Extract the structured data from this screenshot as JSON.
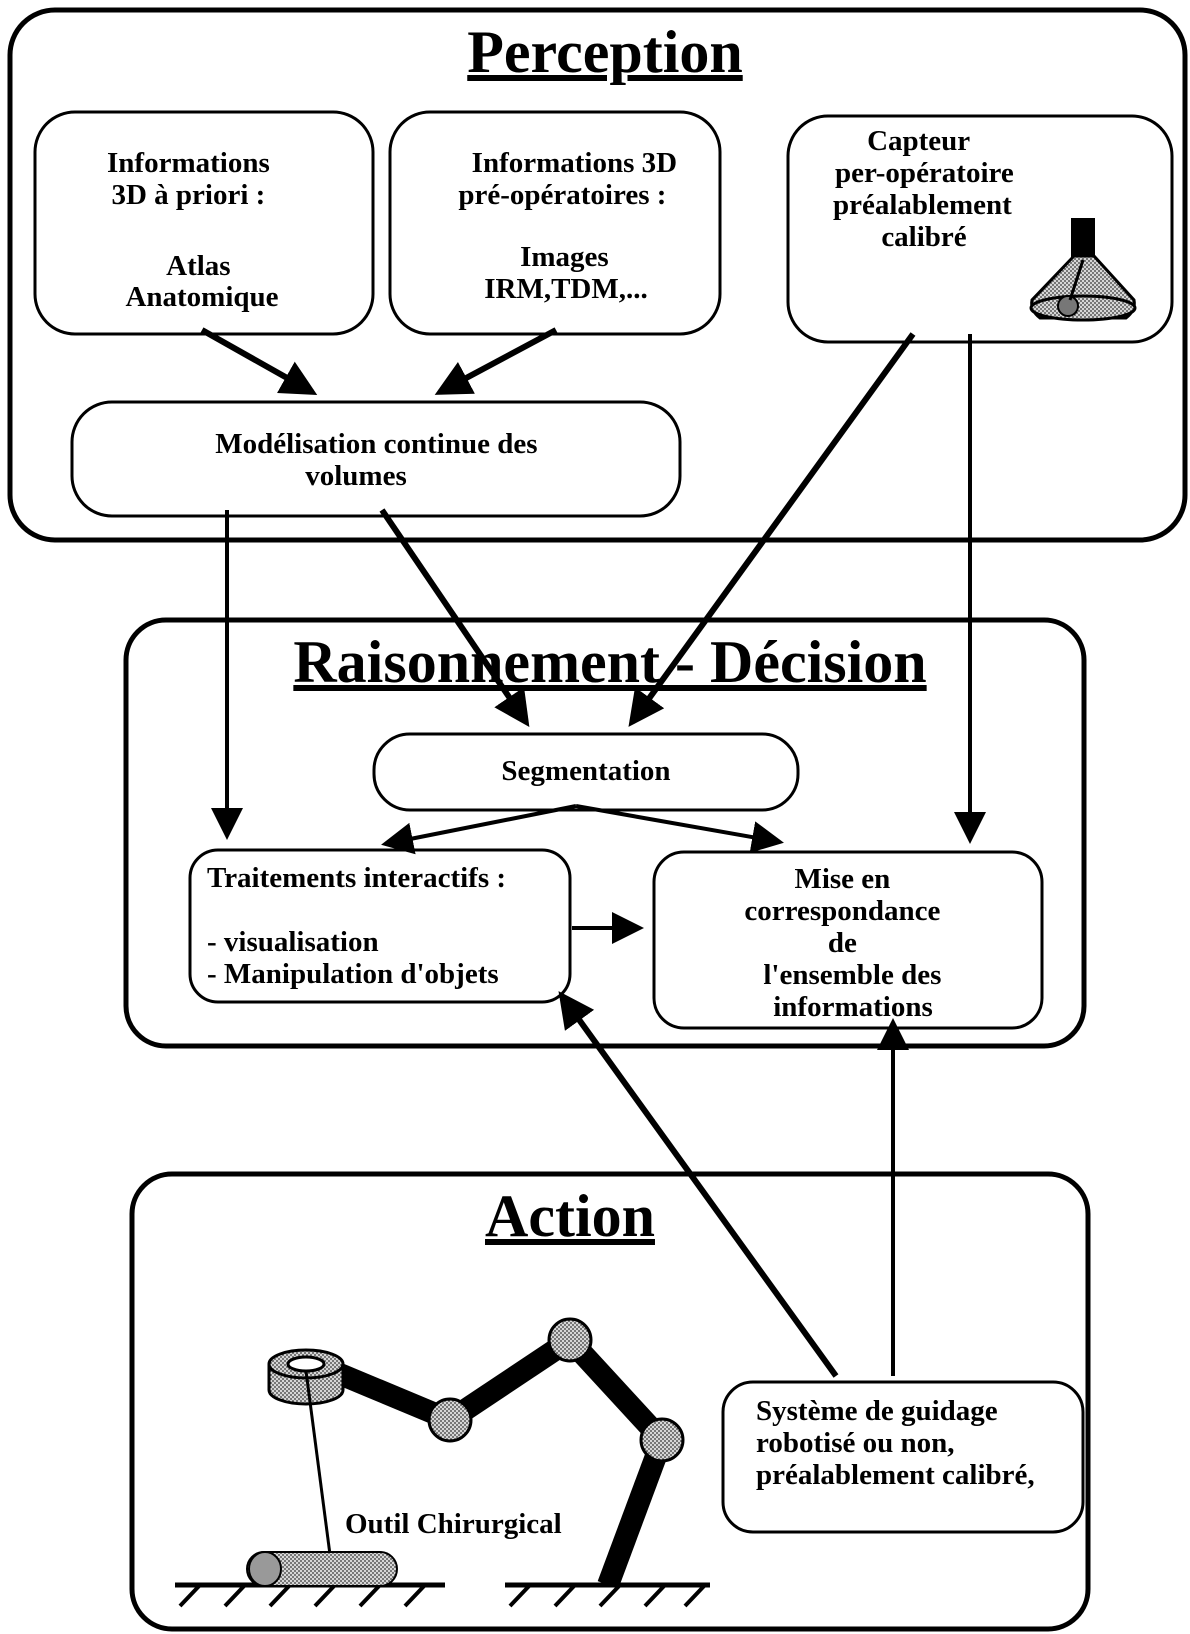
{
  "titles": {
    "perception": "Perception",
    "raisonnement": "Raisonnement - Décision",
    "action": "Action"
  },
  "boxes": {
    "info_a_priori": [
      "Informations",
      "3D à priori :",
      "",
      "Atlas",
      "Anatomique"
    ],
    "info_pre_op": [
      "Informations 3D",
      "pré-opératoires :",
      "",
      "Images",
      "IRM,TDM,..."
    ],
    "capteur": [
      "Capteur",
      "per-opératoire",
      "préalablement",
      "calibré"
    ],
    "modelisation": [
      "Modélisation continue des",
      "volumes"
    ],
    "segmentation": [
      "Segmentation"
    ],
    "traitements": [
      "Traitements interactifs :",
      "",
      "- visualisation",
      "- Manipulation d'objets"
    ],
    "mise_en_correspondance": [
      "Mise en",
      "correspondance",
      "de",
      "l'ensemble des",
      "informations"
    ],
    "guidage": [
      "Système de guidage",
      "robotisé ou non,",
      "préalablement calibré,"
    ]
  },
  "labels": {
    "outil": "Outil Chirurgical"
  },
  "colors": {
    "ink": "#000000",
    "paper": "#ffffff",
    "stipple": "#808080"
  }
}
